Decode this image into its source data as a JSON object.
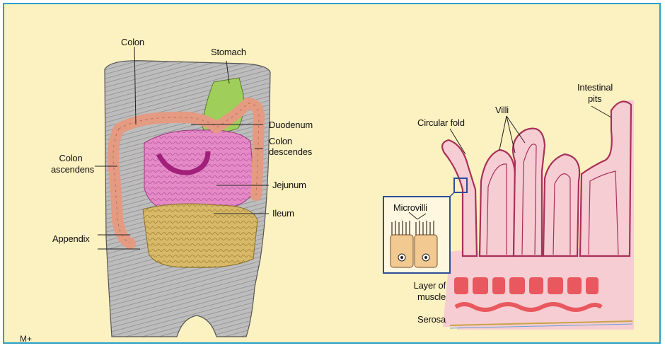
{
  "left_panel": {
    "labels": {
      "colon": "Colon",
      "stomach": "Stomach",
      "duodenum": "Duodenum",
      "colon_descendens_1": "Colon",
      "colon_descendens_2": "descendes",
      "colon_ascendens_1": "Colon",
      "colon_ascendens_2": "ascendens",
      "jejunum": "Jejunum",
      "ileum": "Ileum",
      "appendix": "Appendix"
    }
  },
  "right_panel": {
    "labels": {
      "intestinal_pits_1": "Intestinal",
      "intestinal_pits_2": "pits",
      "villi": "Villi",
      "circular_fold": "Circular fold",
      "microvilli": "Microvilli",
      "layer_muscle_1": "Layer of",
      "layer_muscle_2": "muscle",
      "serosa": "Serosa"
    }
  },
  "footer": {
    "mark": "M+"
  },
  "colors": {
    "background": "#fcf1c0",
    "border": "#2aa0c9",
    "mucosa": "#f4c3c8",
    "villus_edge": "#b0345a",
    "muscle": "#e8585e",
    "inset_border": "#2d4d9a"
  }
}
